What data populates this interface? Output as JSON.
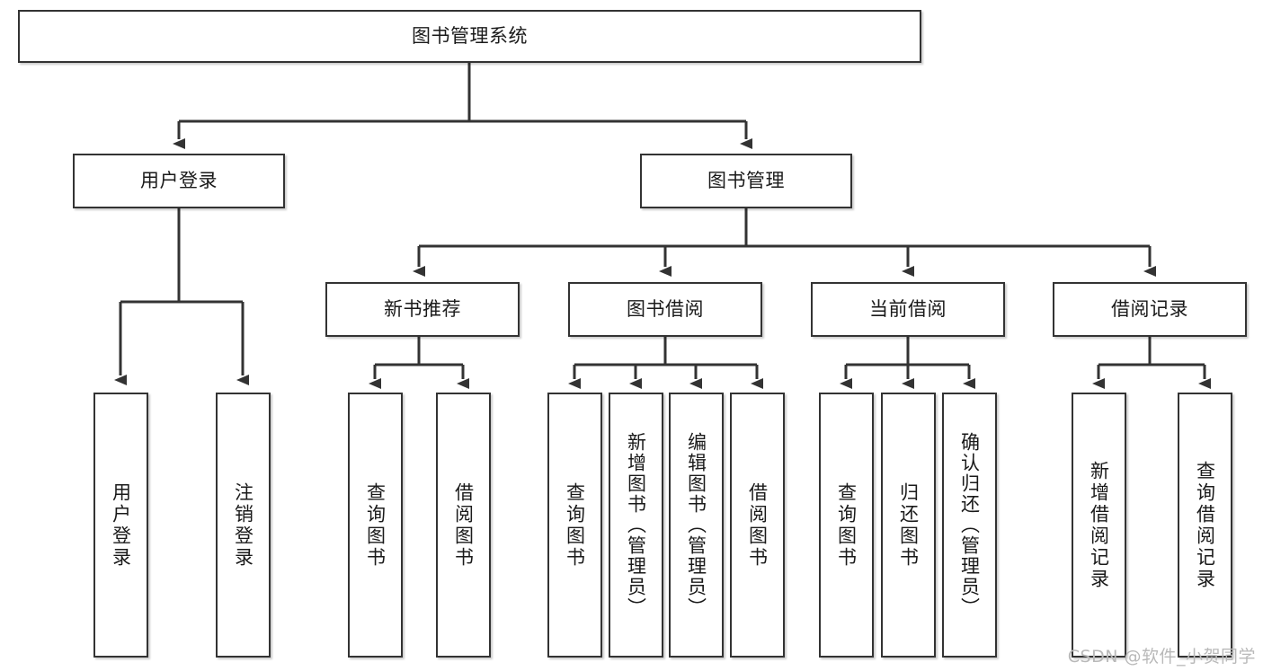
{
  "diagram": {
    "type": "tree-hierarchy-chart",
    "title": "图书管理系统",
    "root": {
      "id": "root",
      "label": "图书管理系统"
    },
    "level2": [
      {
        "id": "user-login",
        "label": "用户登录"
      },
      {
        "id": "book-manage",
        "label": "图书管理"
      }
    ],
    "level3": [
      {
        "id": "new-book-recommend",
        "label": "新书推荐"
      },
      {
        "id": "book-borrow",
        "label": "图书借阅"
      },
      {
        "id": "current-borrow",
        "label": "当前借阅"
      },
      {
        "id": "borrow-record",
        "label": "借阅记录"
      }
    ],
    "leaves": [
      {
        "id": "leaf-user-login",
        "label": "用户登录",
        "parent": "用户登录"
      },
      {
        "id": "leaf-logout-login",
        "label": "注销登录",
        "parent": "用户登录"
      },
      {
        "id": "leaf-query-book-1",
        "label": "查询图书",
        "parent": "新书推荐"
      },
      {
        "id": "leaf-borrow-book-1",
        "label": "借阅图书",
        "parent": "新书推荐"
      },
      {
        "id": "leaf-query-book-2",
        "label": "查询图书",
        "parent": "图书借阅"
      },
      {
        "id": "leaf-add-book",
        "label": "新增图书（管理员）",
        "parent": "图书借阅"
      },
      {
        "id": "leaf-edit-book",
        "label": "编辑图书（管理员）",
        "parent": "图书借阅"
      },
      {
        "id": "leaf-borrow-book-2",
        "label": "借阅图书",
        "parent": "图书借阅"
      },
      {
        "id": "leaf-query-book-3",
        "label": "查询图书",
        "parent": "当前借阅"
      },
      {
        "id": "leaf-return-book",
        "label": "归还图书",
        "parent": "当前借阅"
      },
      {
        "id": "leaf-confirm-return",
        "label": "确认归还（管理员）",
        "parent": "当前借阅"
      },
      {
        "id": "leaf-add-record",
        "label": "新增借阅记录",
        "parent": "借阅记录"
      },
      {
        "id": "leaf-query-record",
        "label": "查询借阅记录",
        "parent": "借阅记录"
      }
    ],
    "colors": {
      "border": "#333333",
      "background": "#ffffff",
      "text": "#1a1a1a",
      "connector": "#333333",
      "watermark": "#b9b9b9"
    }
  },
  "watermark": {
    "text": "CSDN @软件_小贺同学"
  }
}
